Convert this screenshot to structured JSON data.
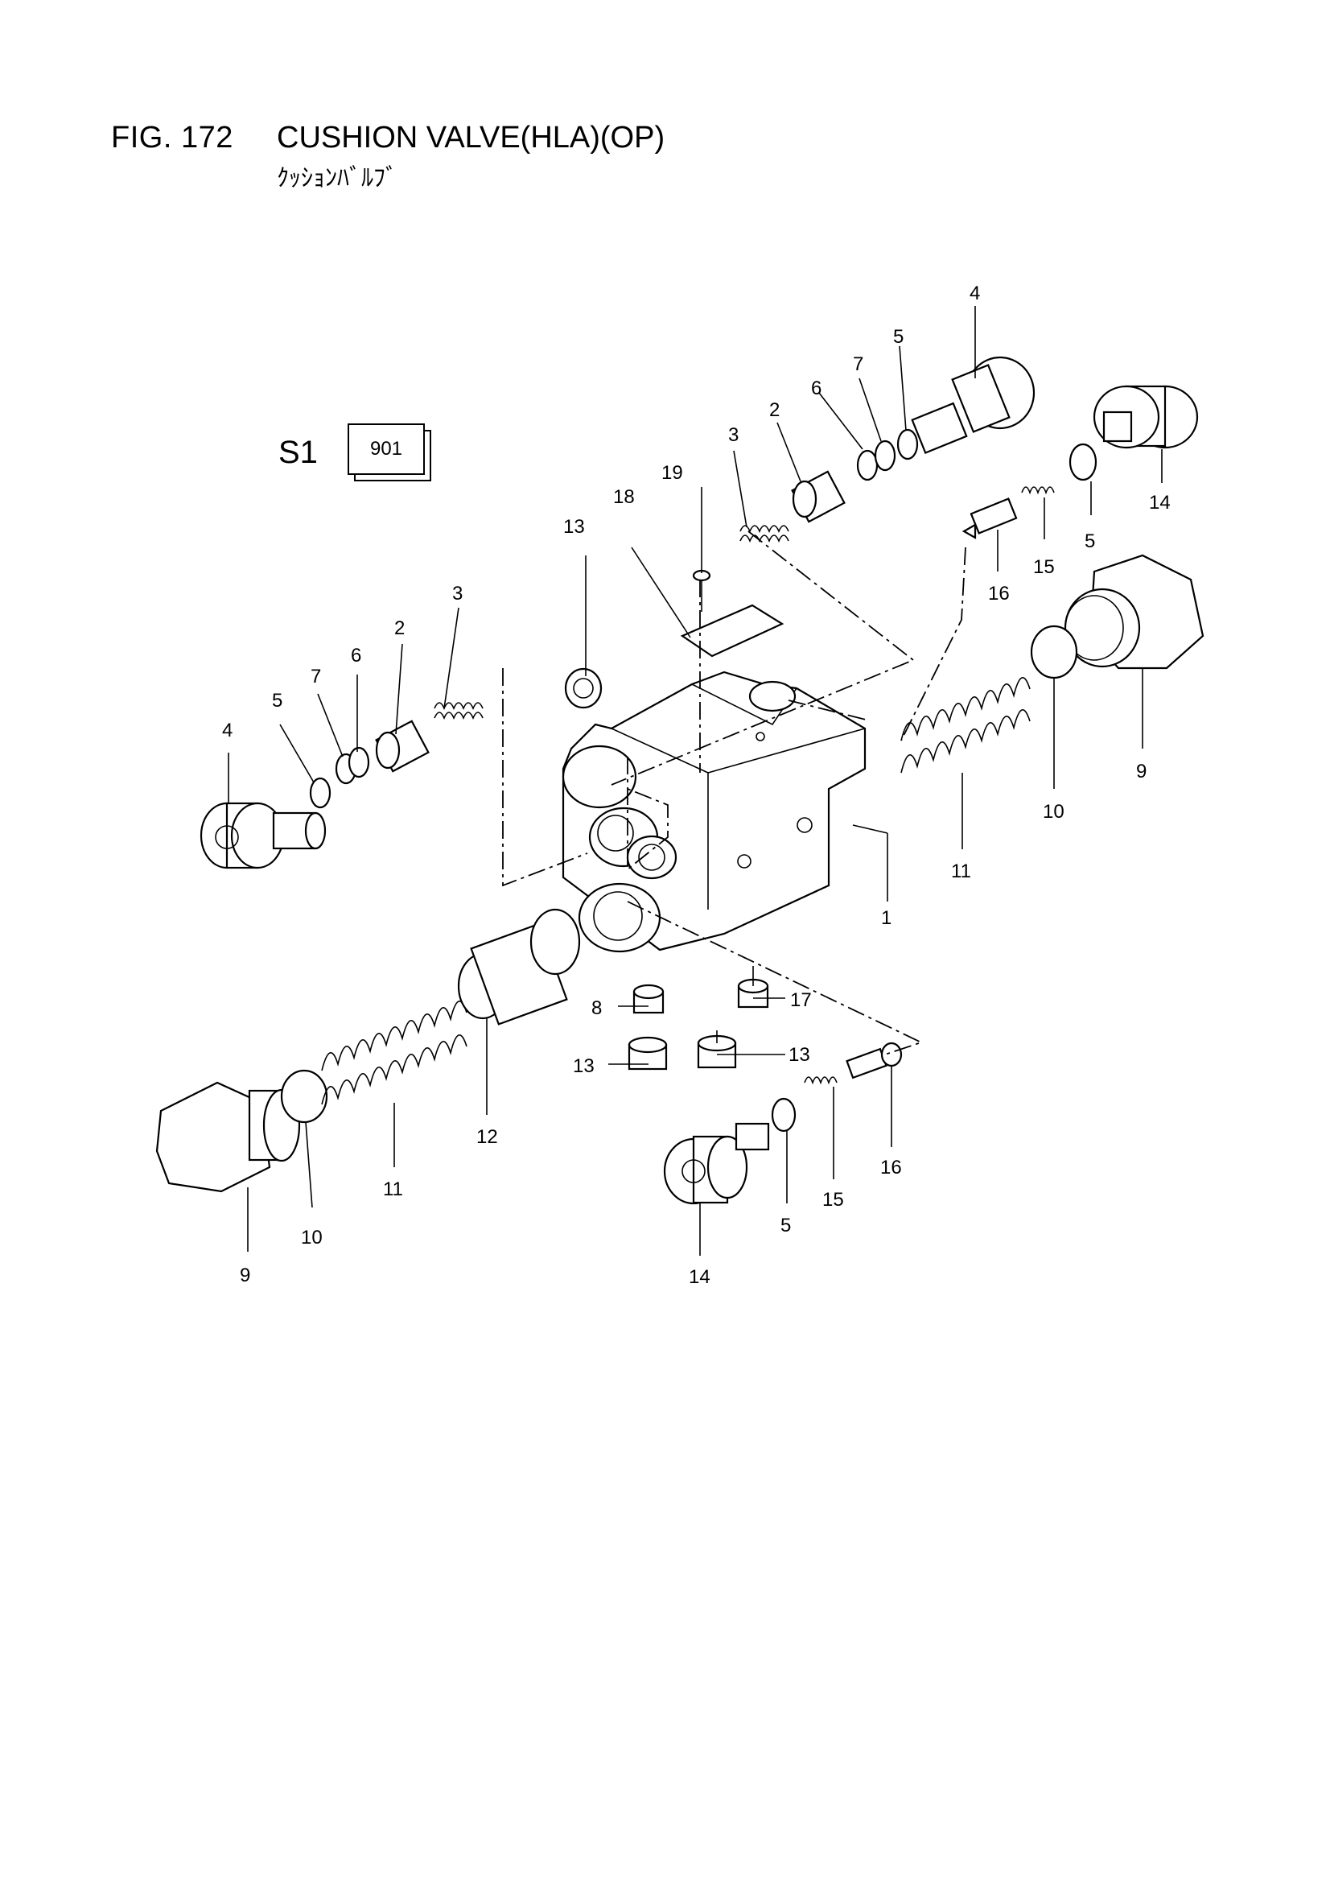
{
  "figure": {
    "number": "FIG. 172",
    "title": "CUSHION VALVE(HLA)(OP)",
    "subtitle": "ｸｯｼｮﾝﾊﾞﾙﾌﾞ"
  },
  "section": {
    "label": "S1",
    "code": "901"
  },
  "callouts": [
    {
      "id": "c1",
      "text": "1"
    },
    {
      "id": "c2a",
      "text": "2"
    },
    {
      "id": "c2b",
      "text": "2"
    },
    {
      "id": "c3a",
      "text": "3"
    },
    {
      "id": "c3b",
      "text": "3"
    },
    {
      "id": "c4a",
      "text": "4"
    },
    {
      "id": "c4b",
      "text": "4"
    },
    {
      "id": "c5a",
      "text": "5"
    },
    {
      "id": "c5b",
      "text": "5"
    },
    {
      "id": "c5c",
      "text": "5"
    },
    {
      "id": "c5d",
      "text": "5"
    },
    {
      "id": "c6a",
      "text": "6"
    },
    {
      "id": "c6b",
      "text": "6"
    },
    {
      "id": "c7a",
      "text": "7"
    },
    {
      "id": "c7b",
      "text": "7"
    },
    {
      "id": "c8",
      "text": "8"
    },
    {
      "id": "c9a",
      "text": "9"
    },
    {
      "id": "c9b",
      "text": "9"
    },
    {
      "id": "c10a",
      "text": "10"
    },
    {
      "id": "c10b",
      "text": "10"
    },
    {
      "id": "c11a",
      "text": "11"
    },
    {
      "id": "c11b",
      "text": "11"
    },
    {
      "id": "c12",
      "text": "12"
    },
    {
      "id": "c13a",
      "text": "13"
    },
    {
      "id": "c13b",
      "text": "13"
    },
    {
      "id": "c13c",
      "text": "13"
    },
    {
      "id": "c14a",
      "text": "14"
    },
    {
      "id": "c14b",
      "text": "14"
    },
    {
      "id": "c15a",
      "text": "15"
    },
    {
      "id": "c15b",
      "text": "15"
    },
    {
      "id": "c16a",
      "text": "16"
    },
    {
      "id": "c16b",
      "text": "16"
    },
    {
      "id": "c17",
      "text": "17"
    },
    {
      "id": "c18",
      "text": "18"
    },
    {
      "id": "c19",
      "text": "19"
    }
  ]
}
